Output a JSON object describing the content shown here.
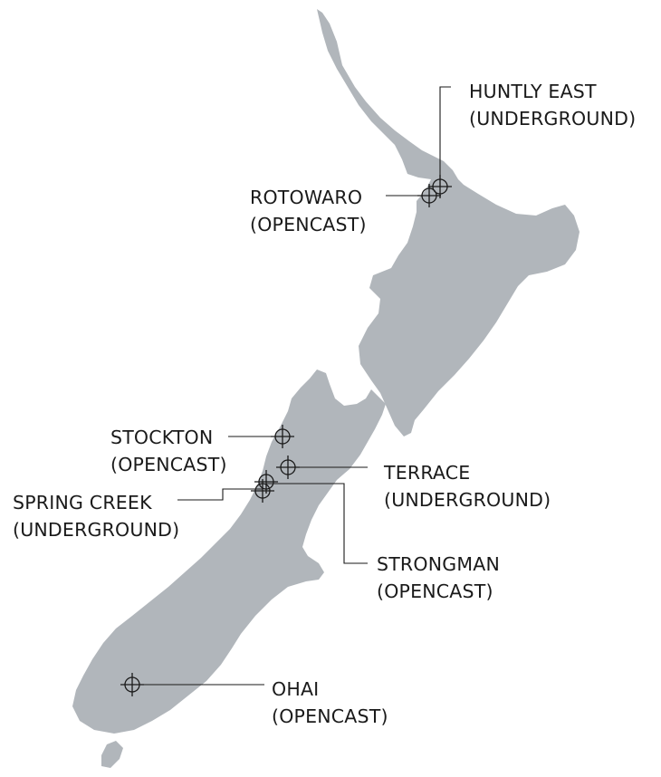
{
  "map": {
    "land_color": "#b1b6bb",
    "ink_color": "#1a1a1a",
    "marker_symbol": "crosshair-circle-icon"
  },
  "sites": [
    {
      "id": "huntly-east",
      "name": "HUNTLY EAST",
      "type": "(UNDERGROUND)"
    },
    {
      "id": "rotowaro",
      "name": "ROTOWARO",
      "type": "(OPENCAST)"
    },
    {
      "id": "stockton",
      "name": "STOCKTON",
      "type": "(OPENCAST)"
    },
    {
      "id": "terrace",
      "name": "TERRACE",
      "type": "(UNDERGROUND)"
    },
    {
      "id": "spring-creek",
      "name": "SPRING CREEK",
      "type": "(UNDERGROUND)"
    },
    {
      "id": "strongman",
      "name": "STRONGMAN",
      "type": "(OPENCAST)"
    },
    {
      "id": "ohai",
      "name": "OHAI",
      "type": "(OPENCAST)"
    }
  ]
}
